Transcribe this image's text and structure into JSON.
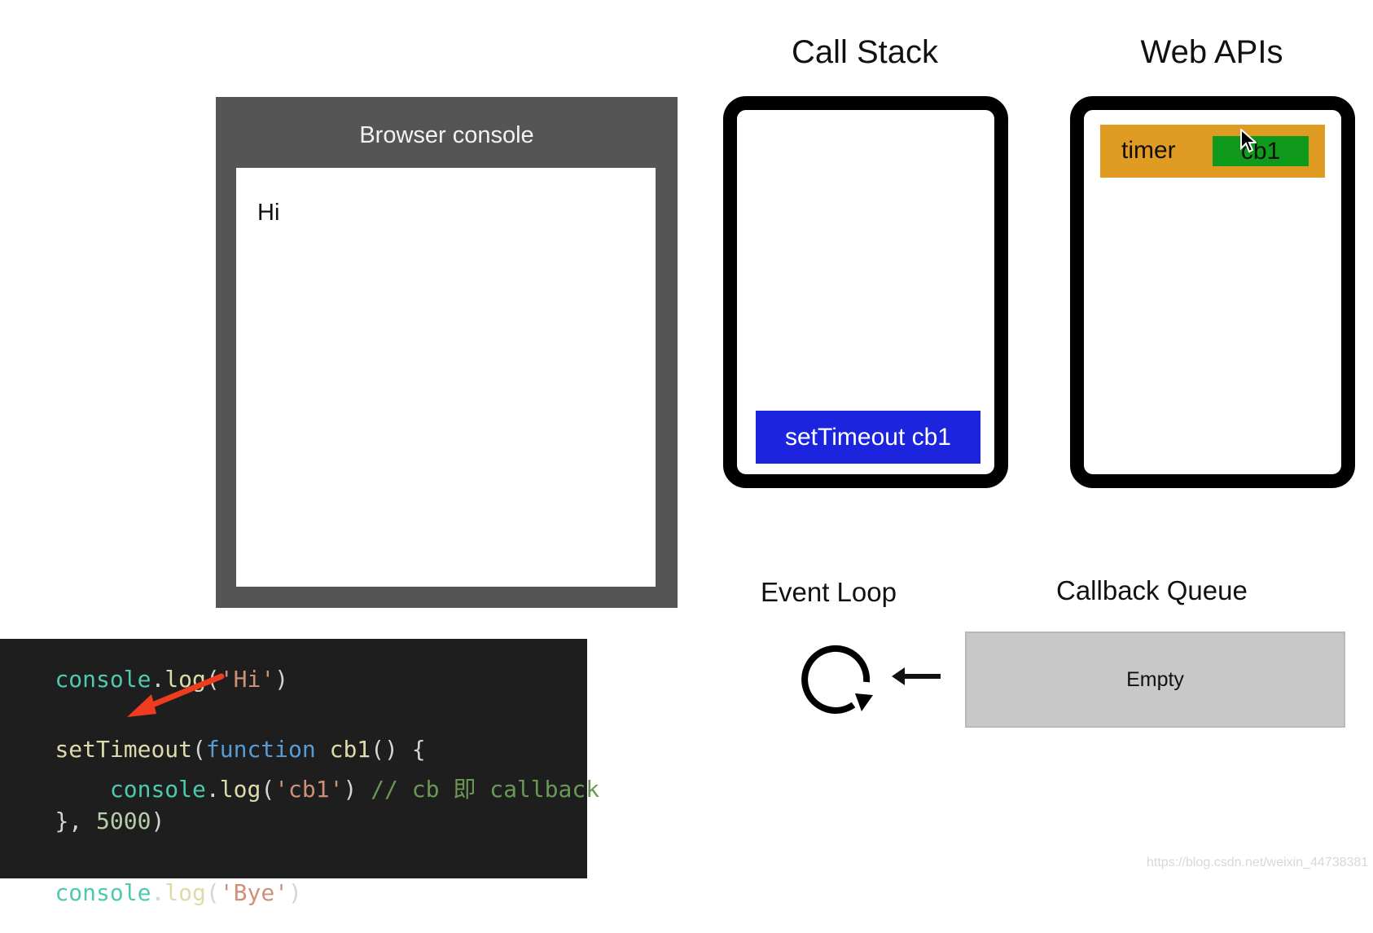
{
  "browser_console": {
    "title": "Browser console",
    "output_lines": [
      "Hi"
    ]
  },
  "call_stack": {
    "title": "Call Stack",
    "frames": [
      "setTimeout cb1"
    ],
    "frame_color": "#1d24dd"
  },
  "web_apis": {
    "title": "Web APIs",
    "timer": {
      "label": "timer",
      "callback": "cb1",
      "timer_color": "#e09b23",
      "callback_color": "#0f9a1c"
    }
  },
  "event_loop": {
    "title": "Event Loop",
    "icon": "loop-icon",
    "arrow_icon": "arrow-left-icon"
  },
  "callback_queue": {
    "title": "Callback Queue",
    "content": "Empty"
  },
  "code": {
    "line1": {
      "obj": "console",
      "dot": ".",
      "method": "log",
      "open": "(",
      "arg": "'Hi'",
      "close": ")"
    },
    "line2": {
      "fn": "setTimeout",
      "open": "(",
      "kw": "function",
      "name": " cb1",
      "rest": "() {"
    },
    "line3": {
      "indent": "    ",
      "obj": "console",
      "dot": ".",
      "method": "log",
      "open": "(",
      "arg": "'cb1'",
      "close": ") ",
      "comment": "// cb 即 callback"
    },
    "line4": {
      "start": "}, ",
      "num": "5000",
      "end": ")"
    },
    "line5": {
      "obj": "console",
      "dot": ".",
      "method": "log",
      "open": "(",
      "arg": "'Bye'",
      "close": ")"
    },
    "pointer_icon": "red-arrow-icon"
  },
  "watermark": "https://blog.csdn.net/weixin_44738381"
}
